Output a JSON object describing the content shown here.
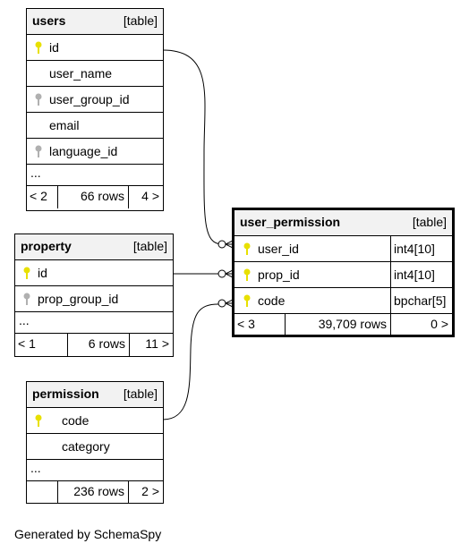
{
  "colors": {
    "key_primary": "#e8e000",
    "key_foreign": "#b0b0b0",
    "header_bg": "#f2f2f2"
  },
  "tables": {
    "users": {
      "name": "users",
      "kind": "[table]",
      "columns": [
        {
          "name": "id",
          "key": "primary"
        },
        {
          "name": "user_name",
          "key": "none"
        },
        {
          "name": "user_group_id",
          "key": "foreign"
        },
        {
          "name": "email",
          "key": "none"
        },
        {
          "name": "language_id",
          "key": "foreign"
        }
      ],
      "ellipsis": "...",
      "parents": "< 2",
      "rows": "66 rows",
      "children": "4 >"
    },
    "property": {
      "name": "property",
      "kind": "[table]",
      "columns": [
        {
          "name": "id",
          "key": "primary"
        },
        {
          "name": "prop_group_id",
          "key": "foreign"
        }
      ],
      "ellipsis": "...",
      "parents": "< 1",
      "rows": "6 rows",
      "children": "11 >"
    },
    "permission": {
      "name": "permission",
      "kind": "[table]",
      "columns": [
        {
          "name": "code",
          "key": "primary"
        },
        {
          "name": "category",
          "key": "none"
        }
      ],
      "ellipsis": "...",
      "parents": "",
      "rows": "236 rows",
      "children": "2 >"
    },
    "user_permission": {
      "name": "user_permission",
      "kind": "[table]",
      "columns": [
        {
          "name": "user_id",
          "type": "int4[10]",
          "key": "primary"
        },
        {
          "name": "prop_id",
          "type": "int4[10]",
          "key": "primary"
        },
        {
          "name": "code",
          "type": "bpchar[5]",
          "key": "primary"
        }
      ],
      "parents": "< 3",
      "rows": "39,709 rows",
      "children": "0 >"
    }
  },
  "caption": "Generated by SchemaSpy"
}
